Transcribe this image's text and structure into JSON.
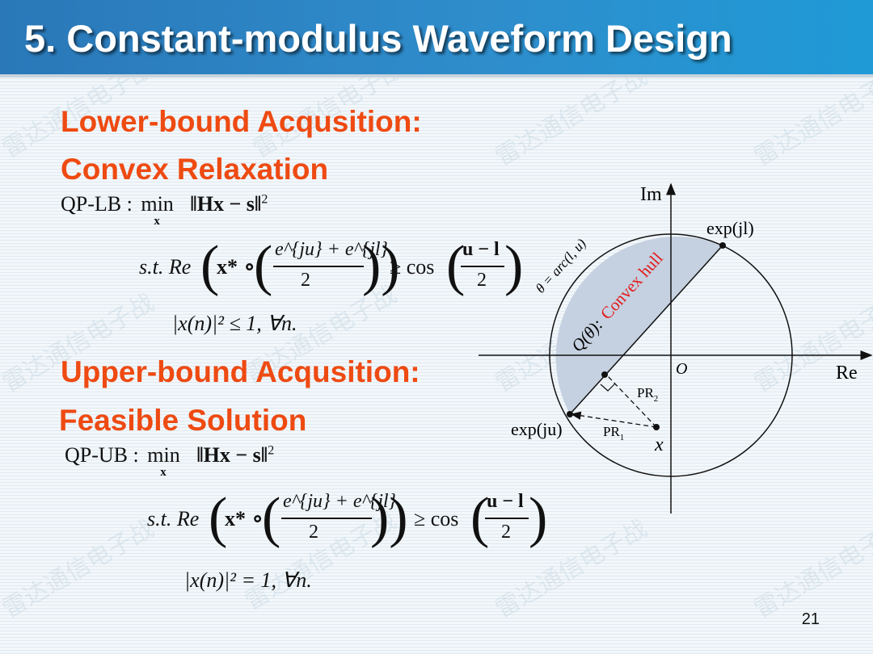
{
  "slide": {
    "title": "5. Constant-modulus Waveform Design",
    "page_number": "21",
    "watermark": "雷达通信电子战"
  },
  "lower_bound": {
    "heading1": "Lower-bound Acqusition:",
    "heading2": "Convex Relaxation",
    "problem_label": "QP-LB :",
    "min_op": "min",
    "min_sub": "x",
    "objective": "‖Hx − s‖",
    "objective_exp": "2",
    "constraint_prefix": "s.t. Re",
    "constraint_inner": "x* ∘",
    "frac_num": "e^{ju} + e^{jl}",
    "frac_den": "2",
    "geq_cos": "≥ cos",
    "cos_num": "u − l",
    "cos_den": "2",
    "modulus_constraint": "|x(n)|² ≤ 1, ∀n."
  },
  "upper_bound": {
    "heading1": "Upper-bound Acqusition:",
    "heading2": "Feasible Solution",
    "problem_label": "QP-UB :",
    "min_op": "min",
    "min_sub": "x",
    "objective": "‖Hx − s‖",
    "objective_exp": "2",
    "constraint_prefix": "s.t. Re",
    "constraint_inner": "x* ∘",
    "frac_num": "e^{ju} + e^{jl}",
    "frac_den": "2",
    "geq_cos": "≥ cos",
    "cos_num": "u − l",
    "cos_den": "2",
    "modulus_constraint": "|x(n)|² = 1, ∀n."
  },
  "diagram": {
    "axis_im": "Im",
    "axis_re": "Re",
    "origin": "O",
    "point_l": "exp(jl)",
    "point_u": "exp(ju)",
    "theta_label": "θ = arc(l, u)",
    "convex_hull_prefix": "Q(θ):",
    "convex_hull_label": "Convex hull",
    "pr1": "PR",
    "pr1_sub": "1",
    "pr2": "PR",
    "pr2_sub": "2",
    "point_x": "x",
    "colors": {
      "hull_fill": "#c5d1e0",
      "hull_text": "#e21a1a"
    }
  }
}
